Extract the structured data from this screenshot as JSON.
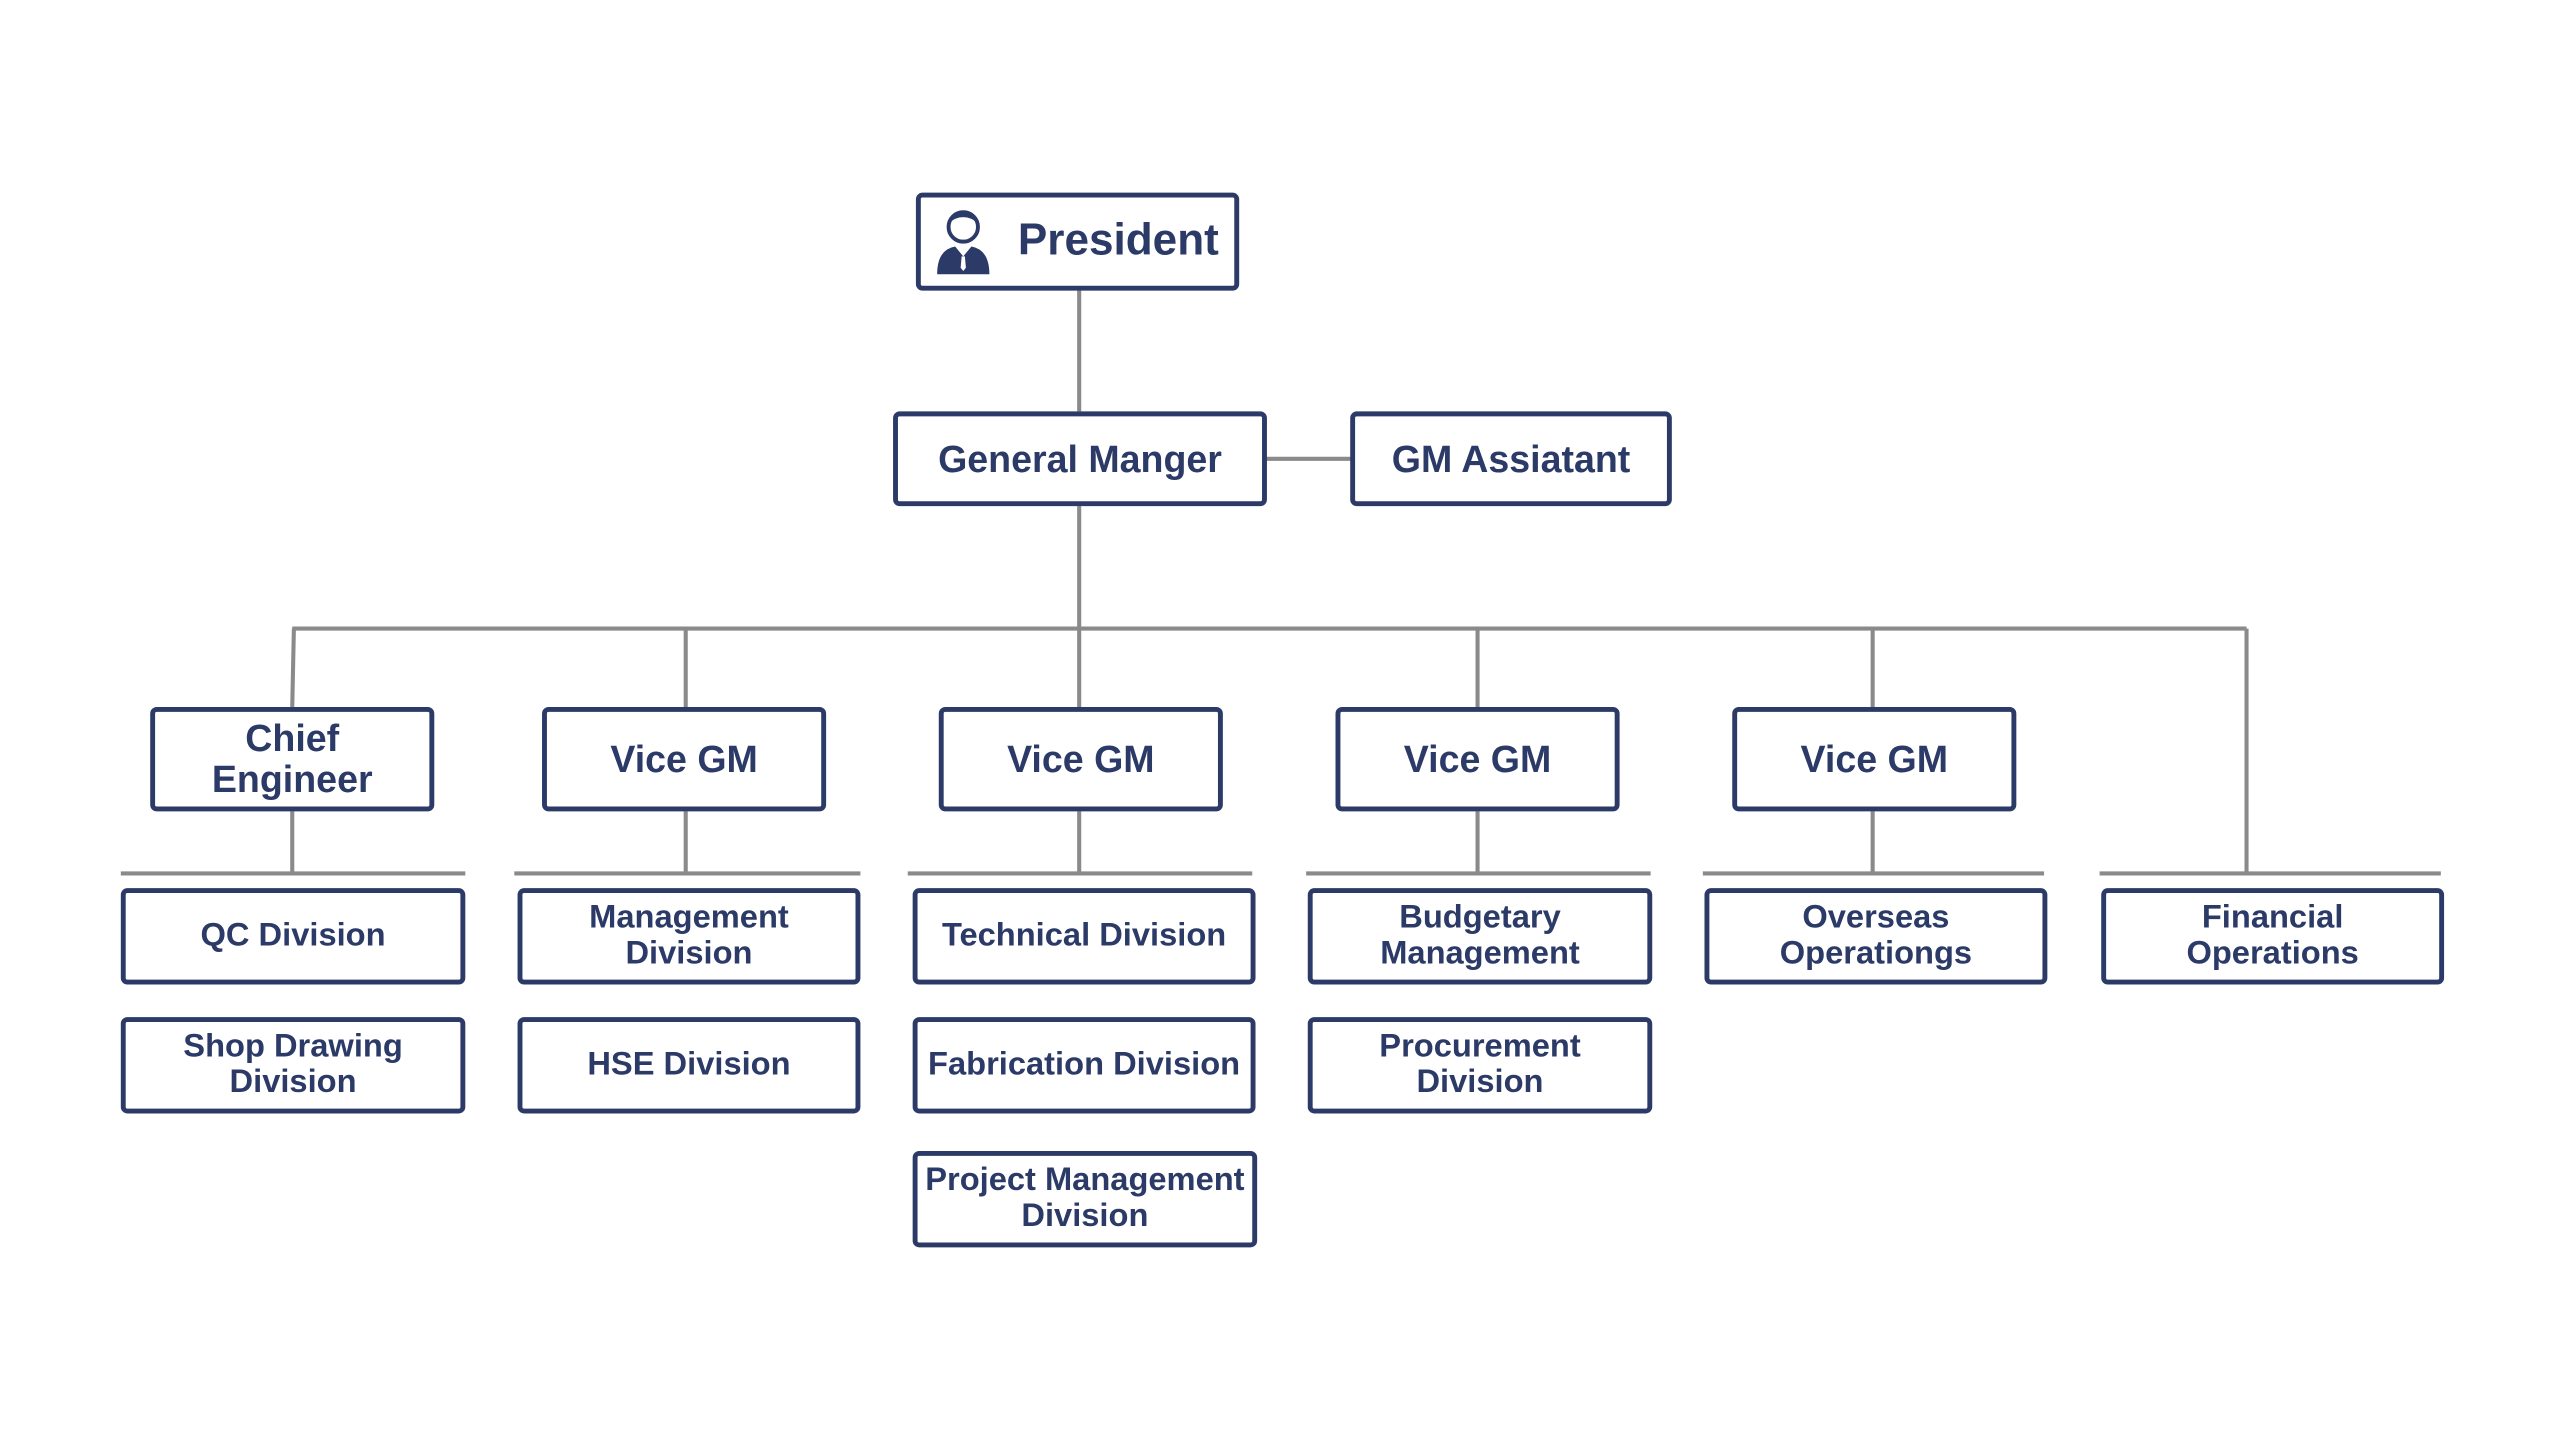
{
  "colors": {
    "node_border": "#2b3a67",
    "node_text": "#2b3a67",
    "connector": "#8a8a8a",
    "background": "#ffffff"
  },
  "president": {
    "label": "President",
    "icon": "person-icon"
  },
  "general_manager": {
    "label": "General Manger"
  },
  "gm_assistant": {
    "label": "GM Assiatant"
  },
  "executives": [
    {
      "label": "Chief\nEngineer"
    },
    {
      "label": "Vice GM"
    },
    {
      "label": "Vice GM"
    },
    {
      "label": "Vice GM"
    },
    {
      "label": "Vice GM"
    }
  ],
  "divisions": [
    [
      "QC Division",
      "Shop Drawing\nDivision"
    ],
    [
      "Management\nDivision",
      "HSE Division"
    ],
    [
      "Technical Division",
      "Fabrication Division",
      "Project Management\nDivision"
    ],
    [
      "Budgetary\nManagement",
      "Procurement\nDivision"
    ],
    [
      "Overseas\nOperationgs"
    ],
    [
      "Financial\nOperations"
    ]
  ]
}
